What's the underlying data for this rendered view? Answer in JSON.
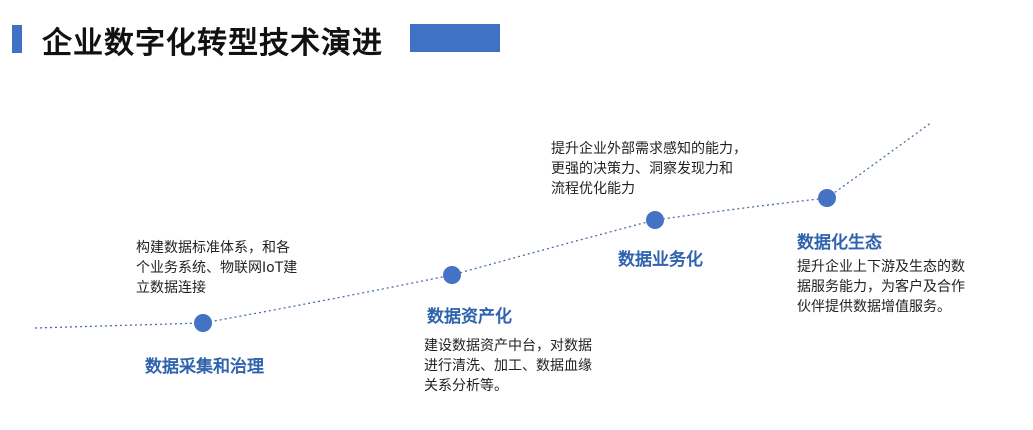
{
  "header": {
    "title": "企业数字化转型技术演进"
  },
  "colors": {
    "accent": "#3f72c5",
    "stage_title": "#2f63ad",
    "dot": "#4472c4",
    "line": "#4a6fa5"
  },
  "stages": [
    {
      "title": "数据采集和治理",
      "description": "构建数据标准体系，和各\n个业务系统、物联网IoT建\n立数据连接"
    },
    {
      "title": "数据资产化",
      "description": "建设数据资产中台，对数据\n进行清洗、加工、数据血缘\n关系分析等。"
    },
    {
      "title": "数据业务化",
      "description": "提升企业外部需求感知的能力，\n更强的决策力、洞察发现力和\n流程优化能力"
    },
    {
      "title": "数据化生态",
      "description": "提升企业上下游及生态的数\n据服务能力，为客户及合作\n伙伴提供数据增值服务。"
    }
  ]
}
